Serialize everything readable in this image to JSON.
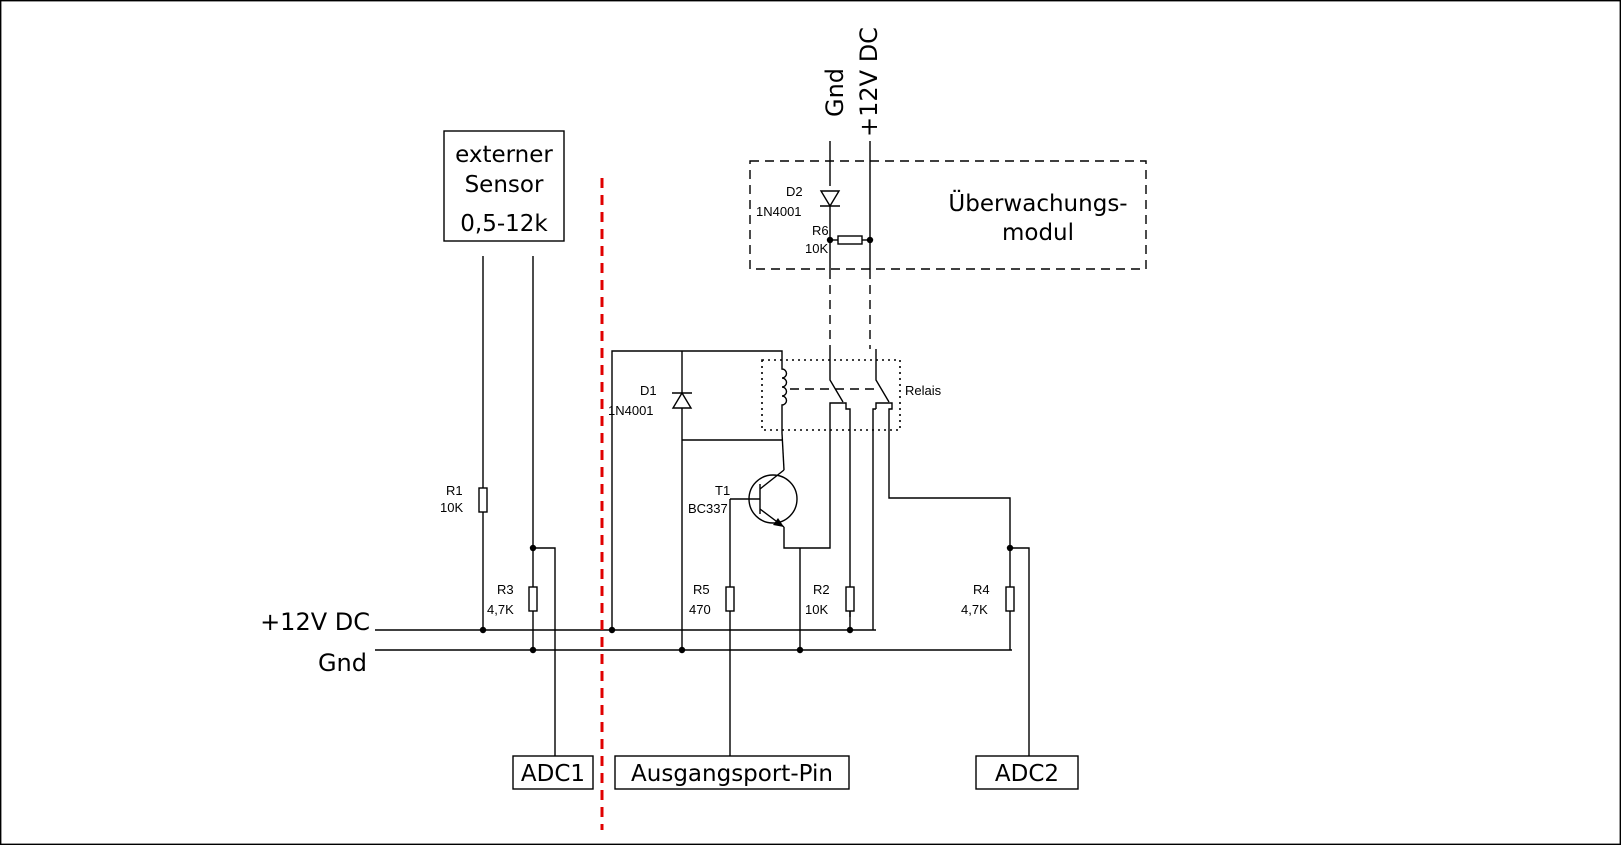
{
  "sensor": {
    "line1": "externer",
    "line2": "Sensor",
    "line3": "0,5-12k"
  },
  "rails": {
    "vcc": "+12V DC",
    "gnd": "Gnd"
  },
  "supply": {
    "gnd": "Gnd",
    "vcc": "+12V DC"
  },
  "module": {
    "line1": "Überwachungs-",
    "line2": "modul"
  },
  "relay": {
    "label": "Relais"
  },
  "ports": {
    "adc1": "ADC1",
    "out": "Ausgangsport-Pin",
    "adc2": "ADC2"
  },
  "components": {
    "r1": {
      "ref": "R1",
      "value": "10K"
    },
    "r2": {
      "ref": "R2",
      "value": "10K"
    },
    "r3": {
      "ref": "R3",
      "value": "4,7K"
    },
    "r4": {
      "ref": "R4",
      "value": "4,7K"
    },
    "r5": {
      "ref": "R5",
      "value": "470"
    },
    "r6": {
      "ref": "R6",
      "value": "10K"
    },
    "d1": {
      "ref": "D1",
      "value": "1N4001"
    },
    "d2": {
      "ref": "D2",
      "value": "1N4001"
    },
    "t1": {
      "ref": "T1",
      "value": "BC337"
    }
  },
  "colors": {
    "separator": "#e00000",
    "ink": "#000000"
  }
}
